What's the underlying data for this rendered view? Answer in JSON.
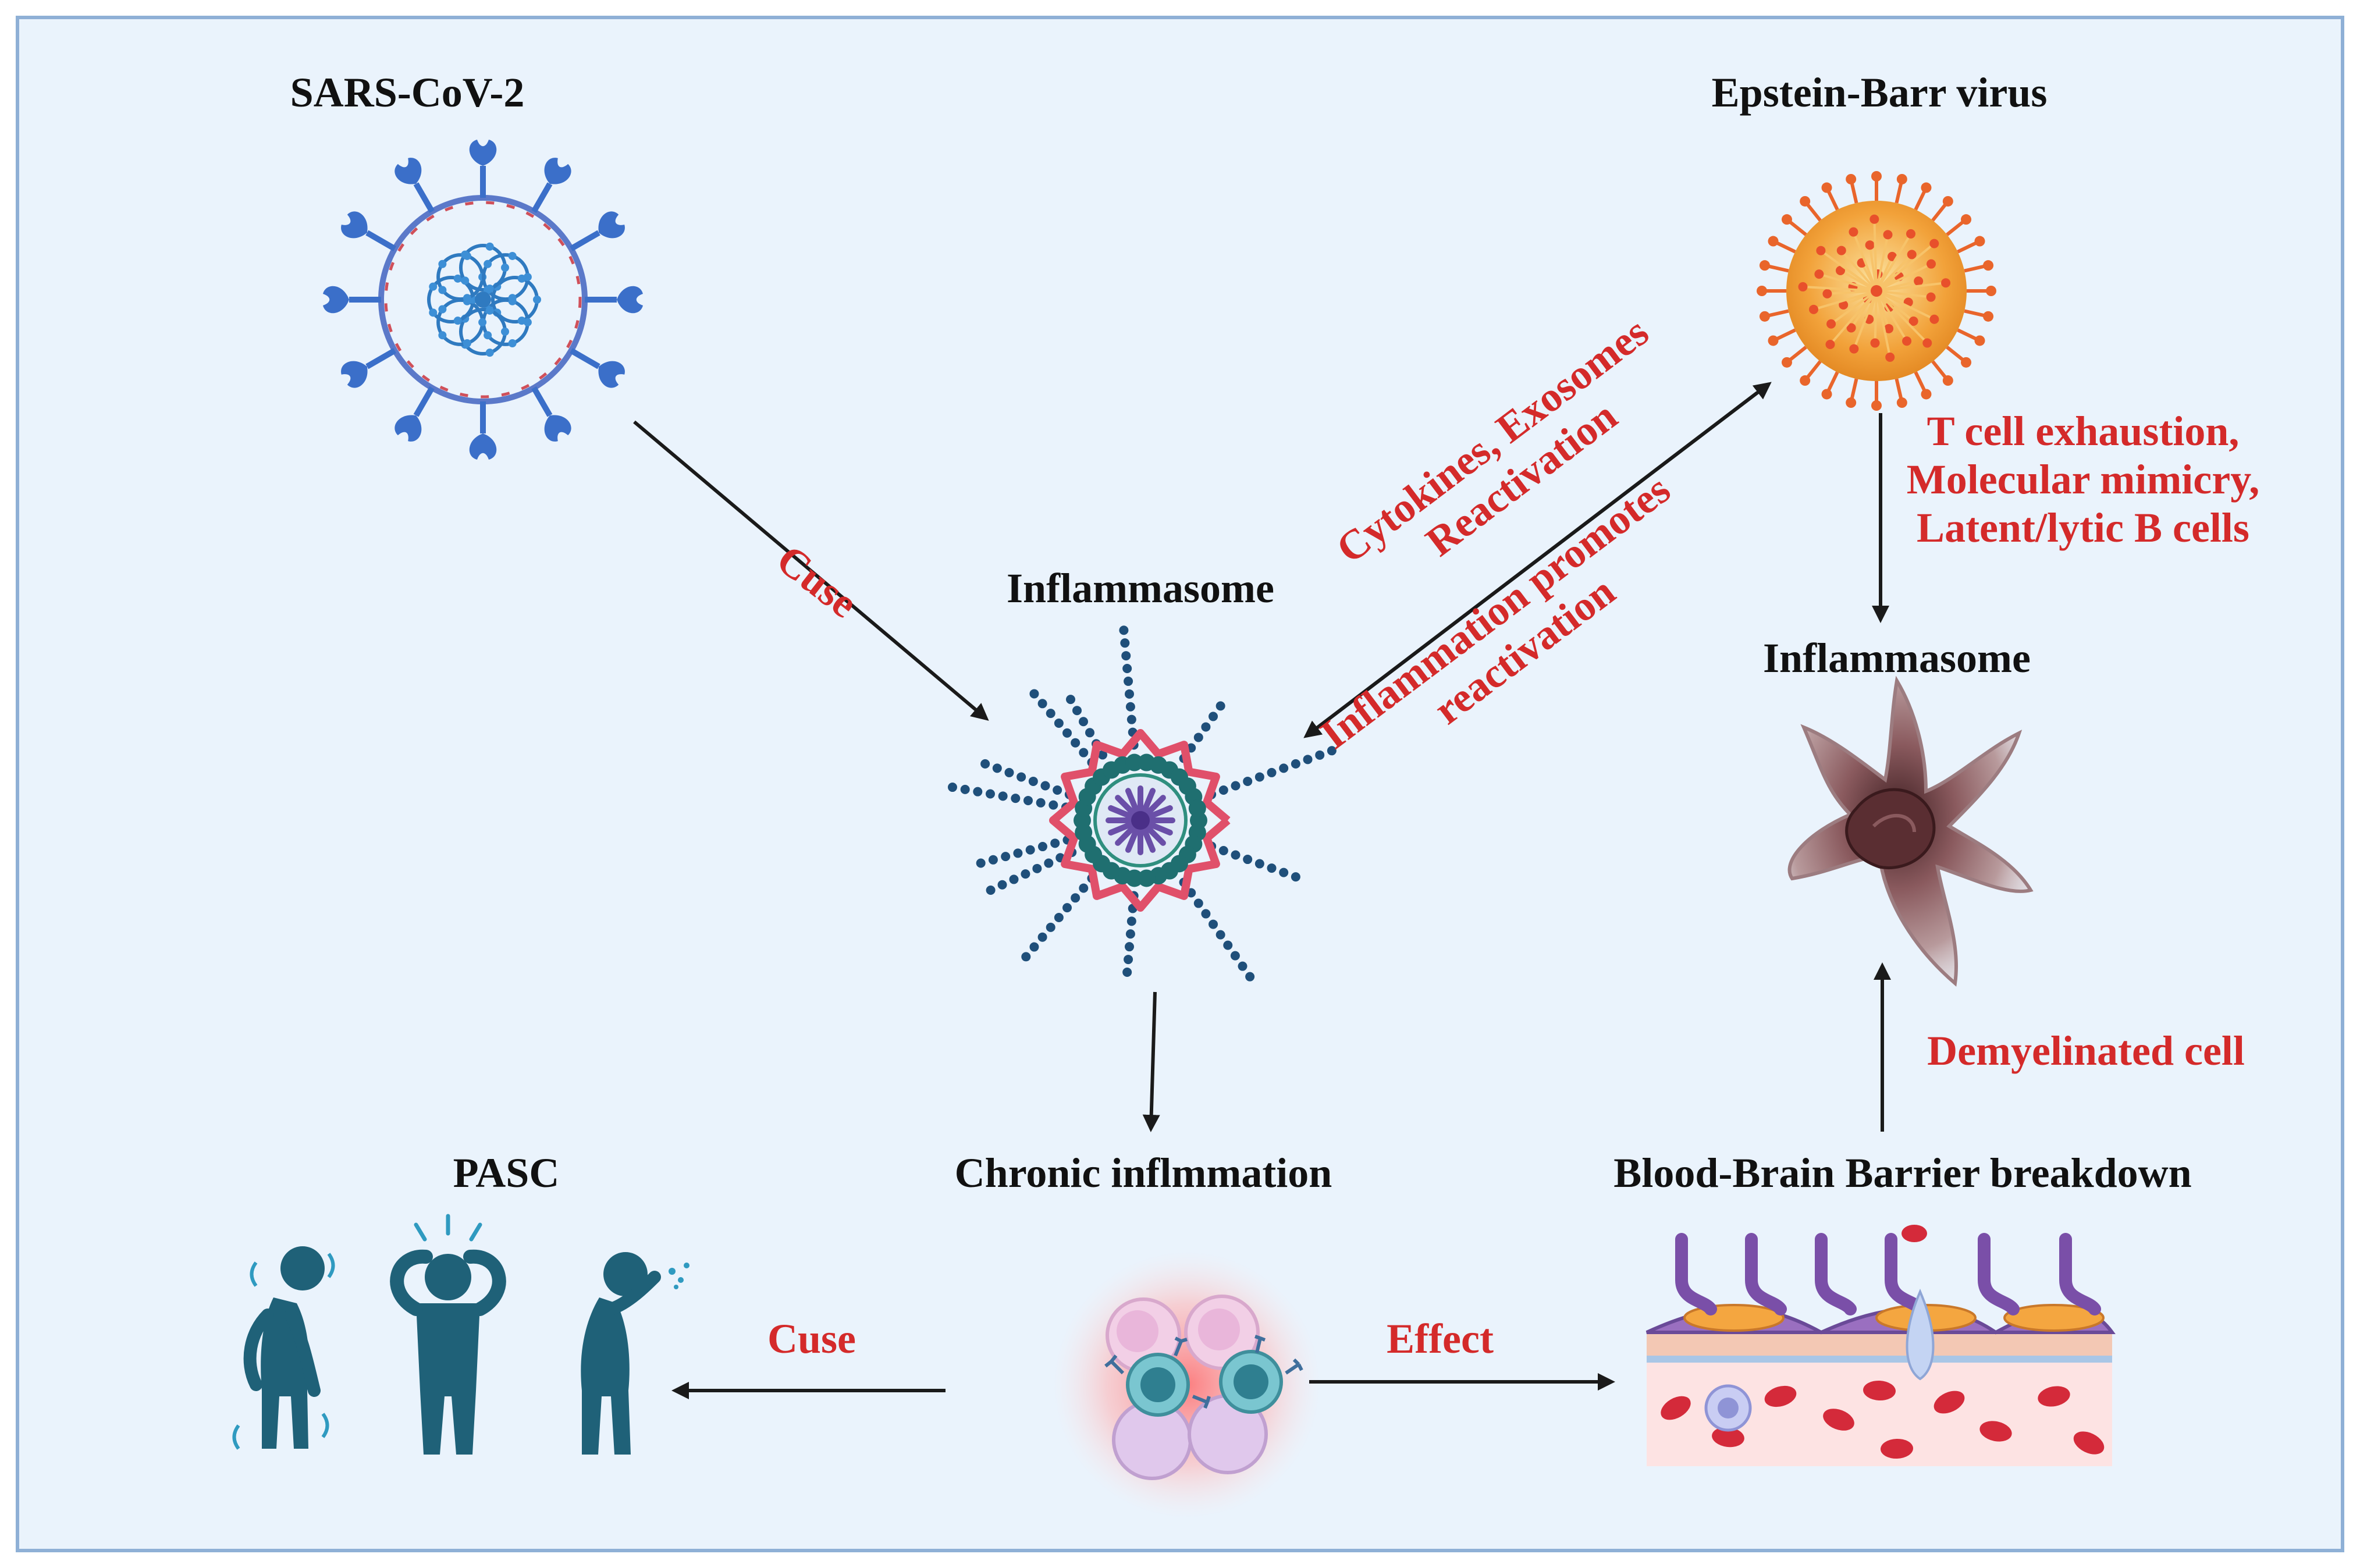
{
  "labels": {
    "sars": "SARS-CoV-2",
    "ebv": "Epstein-Barr virus",
    "inflammasome_center": "Inflammasome",
    "inflammasome_right": "Inflammasome",
    "chronic": "Chronic inflmmation",
    "pasc": "PASC",
    "bbb": "Blood-Brain Barrier breakdown"
  },
  "arrow_labels": {
    "cuse_top": "Cuse",
    "cuse_bottom": "Cuse",
    "effect": "Effect",
    "demyelinated": "Demyelinated cell",
    "cytokines_line1": "Cytokines, Exosomes",
    "cytokines_line2": "Reactivation",
    "inflam_line1": "Inflammation promotes",
    "inflam_line2": "reactivation",
    "tcell_line1": "T cell exhaustion,",
    "tcell_line2": "Molecular mimicry,",
    "tcell_line3": "Latent/lytic B cells"
  },
  "colors": {
    "background": "#eaf3fc",
    "frame": "#8fb0d6",
    "arrow": "#1a1a1a",
    "red_text": "#d42a2a",
    "sars_spike": "#3b6fc9",
    "ebv_body": "#f2a23a",
    "ebv_spike": "#e9652b",
    "inflammasome_pink": "#e0506a",
    "inflammasome_teal": "#1f6f70",
    "inflammasome_chain": "#1f4f7a",
    "demyelinated_cell": "#8a5a5e",
    "pasc_figure": "#1f6178",
    "rbc": "#d42a3a"
  },
  "icons": [
    "sars-cov-2-virus-icon",
    "epstein-barr-virus-icon",
    "inflammasome-icon",
    "demyelinated-cell-icon",
    "immune-cells-icon",
    "blood-brain-barrier-icon",
    "pasc-patient-icons"
  ]
}
